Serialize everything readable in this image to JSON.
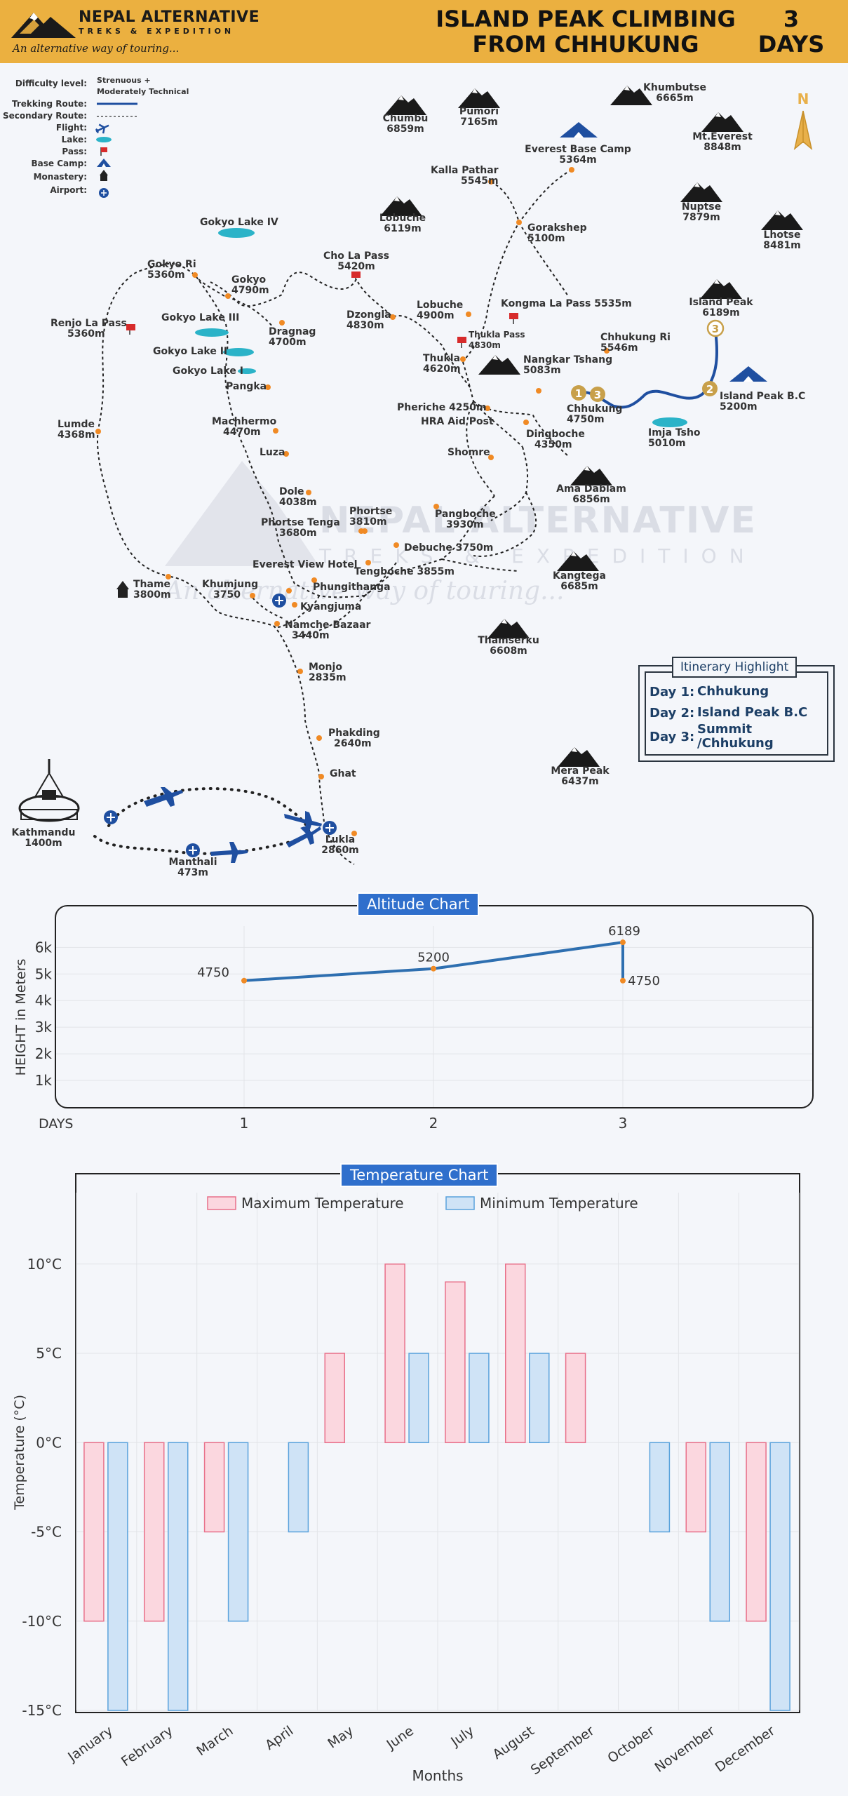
{
  "header": {
    "brand_name": "NEPAL ALTERNATIVE",
    "brand_sub": "TREKS & EXPEDITION",
    "tagline": "An alternative way of touring...",
    "title_line1": "ISLAND PEAK CLIMBING",
    "title_line2": "FROM CHHUKUNG",
    "days_line1": "3",
    "days_line2": "DAYS",
    "colors": {
      "banner": "#ebb040",
      "route_blue": "#1f4fa0",
      "node_orange": "#f08a24",
      "flag_red": "#d72b2b",
      "lake_teal": "#2bb3c8"
    }
  },
  "legend": {
    "difficulty_label": "Difficulty level:",
    "difficulty_value_1": "Strenuous +",
    "difficulty_value_2": "Moderately Technical",
    "items": [
      "Trekking Route:",
      "Secondary Route:",
      "Flight:",
      "Lake:",
      "Pass:",
      "Base Camp:",
      "Monastery:",
      "Airport:"
    ]
  },
  "compass": "N",
  "peaks": [
    {
      "name": "Chumbu",
      "alt": "6859m"
    },
    {
      "name": "Pumori",
      "alt": "7165m"
    },
    {
      "name": "Khumbutse",
      "alt": "6665m"
    },
    {
      "name": "Mt.Everest",
      "alt": "8848m"
    },
    {
      "name": "Nuptse",
      "alt": "7879m"
    },
    {
      "name": "Lhotse",
      "alt": "8481m"
    },
    {
      "name": "Lobuche",
      "alt": "6119m"
    },
    {
      "name": "Island Peak",
      "alt": "6189m"
    },
    {
      "name": "Ama Dablam",
      "alt": "6856m"
    },
    {
      "name": "Kangtega",
      "alt": "6685m"
    },
    {
      "name": "Thamserku",
      "alt": "6608m"
    },
    {
      "name": "Mera Peak",
      "alt": "6437m"
    }
  ],
  "places": [
    {
      "name": "Everest Base Camp",
      "alt": "5364m"
    },
    {
      "name": "Kalla Pathar",
      "alt": "5545m"
    },
    {
      "name": "Gorakshep",
      "alt": "5100m"
    },
    {
      "name": "Gokyo Lake IV",
      "alt": ""
    },
    {
      "name": "Cho La Pass",
      "alt": "5420m"
    },
    {
      "name": "Gokyo Ri",
      "alt": "5360m"
    },
    {
      "name": "Gokyo",
      "alt": "4790m"
    },
    {
      "name": "Dzongla",
      "alt": "4830m"
    },
    {
      "name": "Lobuche",
      "alt": "4900m"
    },
    {
      "name": "Kongma La Pass",
      "alt": "5535m"
    },
    {
      "name": "Renjo La Pass",
      "alt": "5360m"
    },
    {
      "name": "Gokyo Lake III",
      "alt": ""
    },
    {
      "name": "Dragnag",
      "alt": "4700m"
    },
    {
      "name": "Thukla Pass",
      "alt": "4830m"
    },
    {
      "name": "Chhukung Ri",
      "alt": "5546m"
    },
    {
      "name": "Gokyo Lake II",
      "alt": ""
    },
    {
      "name": "Gokyo Lake I",
      "alt": ""
    },
    {
      "name": "Thukla",
      "alt": "4620m"
    },
    {
      "name": "Nangkar Tshang",
      "alt": "5083m"
    },
    {
      "name": "Pangka",
      "alt": ""
    },
    {
      "name": "Island Peak B.C",
      "alt": "5200m"
    },
    {
      "name": "Chhukung",
      "alt": "4750m"
    },
    {
      "name": "Pheriche",
      "alt": "4250m"
    },
    {
      "name": "HRA Aid Post",
      "alt": ""
    },
    {
      "name": "Lumde",
      "alt": "4368m"
    },
    {
      "name": "Machhermo",
      "alt": "4470m"
    },
    {
      "name": "Imja Tsho",
      "alt": "5010m"
    },
    {
      "name": "Dingboche",
      "alt": "4350m"
    },
    {
      "name": "Luza",
      "alt": ""
    },
    {
      "name": "Shomre",
      "alt": ""
    },
    {
      "name": "Dole",
      "alt": "4038m"
    },
    {
      "name": "Phortse",
      "alt": "3810m"
    },
    {
      "name": "Pangboche",
      "alt": "3930m"
    },
    {
      "name": "Phortse Tenga",
      "alt": "3680m"
    },
    {
      "name": "Debuche",
      "alt": "3750m"
    },
    {
      "name": "Tengboche",
      "alt": "3855m"
    },
    {
      "name": "Everest View Hotel",
      "alt": ""
    },
    {
      "name": "Thame",
      "alt": "3800m"
    },
    {
      "name": "Khumjung",
      "alt": "3750"
    },
    {
      "name": "Phungithanga",
      "alt": ""
    },
    {
      "name": "Kyangjuma",
      "alt": ""
    },
    {
      "name": "Namche Bazaar",
      "alt": "3440m"
    },
    {
      "name": "Monjo",
      "alt": "2835m"
    },
    {
      "name": "Phakding",
      "alt": "2640m"
    },
    {
      "name": "Ghat",
      "alt": ""
    },
    {
      "name": "Kathmandu",
      "alt": "1400m"
    },
    {
      "name": "Lukla",
      "alt": "2860m"
    },
    {
      "name": "Manthali",
      "alt": "473m"
    }
  ],
  "watermark": {
    "line1": "NEPAL ALTERNATIVE",
    "line2": "TREKS & EXPEDITION",
    "line3": "An alternative way of touring..."
  },
  "itinerary": {
    "title": "Itinerary Highlight",
    "days": [
      {
        "day": "Day 1:",
        "text_1": "Chhukung",
        "text_2": ""
      },
      {
        "day": "Day 2:",
        "text_1": "Island Peak B.C",
        "text_2": ""
      },
      {
        "day": "Day 3:",
        "text_1": "Summit",
        "text_2": "/Chhukung"
      }
    ]
  },
  "chart_data": [
    {
      "type": "line",
      "title": "Altitude Chart",
      "xlabel": "DAYS",
      "ylabel": "HEIGHT in Meters",
      "x_ticks": [
        "1",
        "2",
        "3"
      ],
      "y_ticks": [
        "1k",
        "2k",
        "3k",
        "4k",
        "5k",
        "6k"
      ],
      "ylim": [
        0,
        6800
      ],
      "points": [
        {
          "x": 1,
          "y": 4750,
          "label": "4750"
        },
        {
          "x": 2,
          "y": 5200,
          "label": "5200"
        },
        {
          "x": 3,
          "y": 6189,
          "label": "6189"
        },
        {
          "x": 3,
          "y": 4750,
          "label": "4750"
        }
      ],
      "grid": true
    },
    {
      "type": "bar",
      "title": "Temperature Chart",
      "xlabel": "Months",
      "ylabel": "Temperature (°C)",
      "categories": [
        "January",
        "February",
        "March",
        "April",
        "May",
        "June",
        "July",
        "August",
        "September",
        "October",
        "November",
        "December"
      ],
      "y_ticks": [
        "10°C",
        "5°C",
        "0°C",
        "-5°C",
        "-10°C",
        "-15°C"
      ],
      "ylim": [
        -15,
        14
      ],
      "series": [
        {
          "name": "Maximum Temperature",
          "values": [
            -10,
            -10,
            -5,
            0,
            5,
            10,
            9,
            10,
            5,
            0,
            -5,
            -10
          ],
          "fill": "#fbd7df",
          "stroke": "#e8708a"
        },
        {
          "name": "Minimum Temperature",
          "values": [
            -15,
            -15,
            -10,
            -5,
            0,
            5,
            5,
            5,
            0,
            -5,
            -10,
            -15
          ],
          "fill": "#cfe3f6",
          "stroke": "#5aa2dc"
        }
      ],
      "legend": "top-center",
      "grid": true
    }
  ]
}
